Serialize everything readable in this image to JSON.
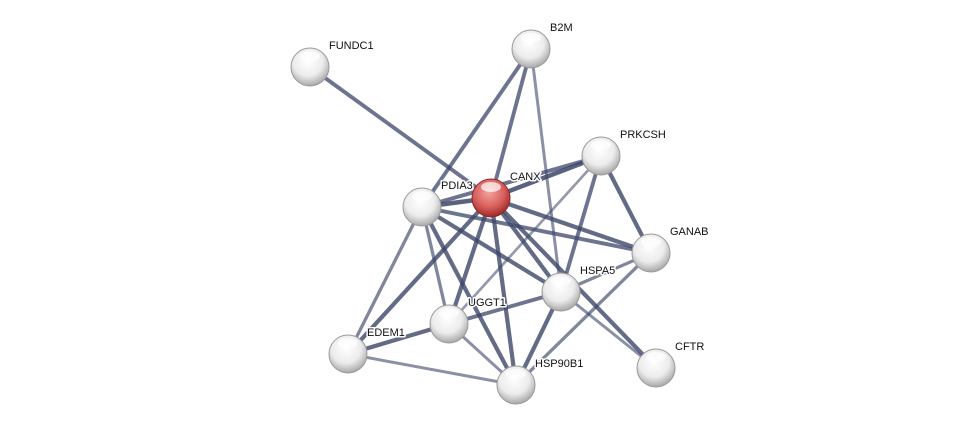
{
  "chart_data": {
    "type": "network",
    "nodes": [
      {
        "id": "FUNDC1",
        "label": "FUNDC1",
        "query": false
      },
      {
        "id": "B2M",
        "label": "B2M",
        "query": false
      },
      {
        "id": "PRKCSH",
        "label": "PRKCSH",
        "query": false
      },
      {
        "id": "CANX",
        "label": "CANX",
        "query": true
      },
      {
        "id": "PDIA3",
        "label": "PDIA3",
        "query": false
      },
      {
        "id": "GANAB",
        "label": "GANAB",
        "query": false
      },
      {
        "id": "HSPA5",
        "label": "HSPA5",
        "query": false
      },
      {
        "id": "UGGT1",
        "label": "UGGT1",
        "query": false
      },
      {
        "id": "EDEM1",
        "label": "EDEM1",
        "query": false
      },
      {
        "id": "CFTR",
        "label": "CFTR",
        "query": false
      },
      {
        "id": "HSP90B1",
        "label": "HSP90B1",
        "query": false
      }
    ],
    "edges": [
      {
        "source": "FUNDC1",
        "target": "CANX",
        "confidence": 0.8
      },
      {
        "source": "B2M",
        "target": "PDIA3",
        "confidence": 0.8
      },
      {
        "source": "B2M",
        "target": "CANX",
        "confidence": 0.8
      },
      {
        "source": "B2M",
        "target": "HSPA5",
        "confidence": 0.5
      },
      {
        "source": "PRKCSH",
        "target": "CANX",
        "confidence": 1.0
      },
      {
        "source": "PRKCSH",
        "target": "PDIA3",
        "confidence": 0.8
      },
      {
        "source": "PRKCSH",
        "target": "GANAB",
        "confidence": 0.9
      },
      {
        "source": "PRKCSH",
        "target": "HSPA5",
        "confidence": 0.8
      },
      {
        "source": "PRKCSH",
        "target": "UGGT1",
        "confidence": 0.4
      },
      {
        "source": "CANX",
        "target": "PDIA3",
        "confidence": 1.0
      },
      {
        "source": "CANX",
        "target": "GANAB",
        "confidence": 0.9
      },
      {
        "source": "CANX",
        "target": "HSPA5",
        "confidence": 0.9
      },
      {
        "source": "CANX",
        "target": "CFTR",
        "confidence": 0.9
      },
      {
        "source": "CANX",
        "target": "UGGT1",
        "confidence": 0.9
      },
      {
        "source": "CANX",
        "target": "EDEM1",
        "confidence": 0.9
      },
      {
        "source": "CANX",
        "target": "HSP90B1",
        "confidence": 0.9
      },
      {
        "source": "PDIA3",
        "target": "GANAB",
        "confidence": 0.8
      },
      {
        "source": "PDIA3",
        "target": "HSPA5",
        "confidence": 0.9
      },
      {
        "source": "PDIA3",
        "target": "UGGT1",
        "confidence": 0.6
      },
      {
        "source": "PDIA3",
        "target": "HSP90B1",
        "confidence": 0.9
      },
      {
        "source": "PDIA3",
        "target": "EDEM1",
        "confidence": 0.6
      },
      {
        "source": "GANAB",
        "target": "HSPA5",
        "confidence": 0.6
      },
      {
        "source": "GANAB",
        "target": "HSP90B1",
        "confidence": 0.6
      },
      {
        "source": "HSPA5",
        "target": "UGGT1",
        "confidence": 0.8
      },
      {
        "source": "HSPA5",
        "target": "HSP90B1",
        "confidence": 0.9
      },
      {
        "source": "HSPA5",
        "target": "CFTR",
        "confidence": 0.5
      },
      {
        "source": "UGGT1",
        "target": "EDEM1",
        "confidence": 0.9
      },
      {
        "source": "UGGT1",
        "target": "HSP90B1",
        "confidence": 0.5
      },
      {
        "source": "EDEM1",
        "target": "HSP90B1",
        "confidence": 0.5
      }
    ],
    "colors": {
      "edge": "#3c4669",
      "query_node": "#d9534f",
      "node": "#e6e6e6"
    }
  }
}
